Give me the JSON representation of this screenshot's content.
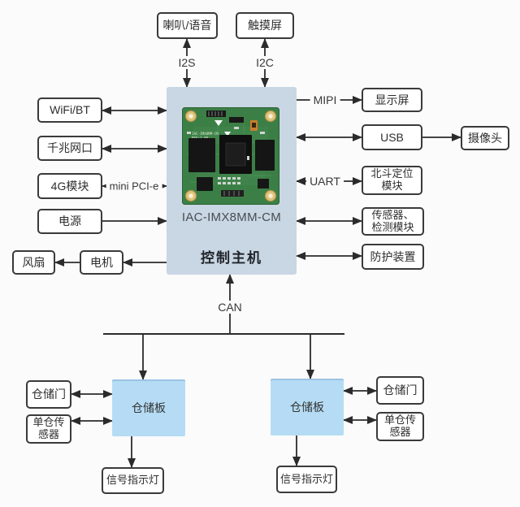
{
  "top": {
    "speaker": "喇叭/语音",
    "touchscreen": "触摸屏"
  },
  "left": {
    "wifi_bt": "WiFi/BT",
    "gigabit_ethernet": "千兆网口",
    "module_4g": "4G模块",
    "power": "电源",
    "fan": "风扇",
    "motor": "电机"
  },
  "center": {
    "model": "IAC-IMX8MM-CM",
    "name": "控制主机",
    "pcb_silkscreen_line1": "IAC-IMX8MM-CM",
    "pcb_silkscreen_line2": "REV:1.00"
  },
  "right": {
    "display": "显示屏",
    "usb": "USB",
    "camera": "摄像头",
    "beidou": "北斗定位\n模块",
    "sensor_module": "传感器、\n检测模块",
    "protection": "防护装置"
  },
  "bottom": {
    "storage_board": "仓储板",
    "storage_door": "仓储门",
    "bin_sensor": "单仓传\n感器",
    "signal_light": "信号指示灯"
  },
  "bus_labels": {
    "i2s": "I2S",
    "i2c": "I2C",
    "mipi": "MIPI",
    "uart": "UART",
    "mini_pcie": "mini PCI-e",
    "can": "CAN"
  },
  "colors": {
    "page_bg": "#fbfbfb",
    "main_block_bg": "#c9d6e3",
    "storage_board_bg": "#b5dcf4",
    "box_border": "#3a3a3a",
    "line": "#2b2b2b",
    "pcb_green": "#3b7f46"
  }
}
